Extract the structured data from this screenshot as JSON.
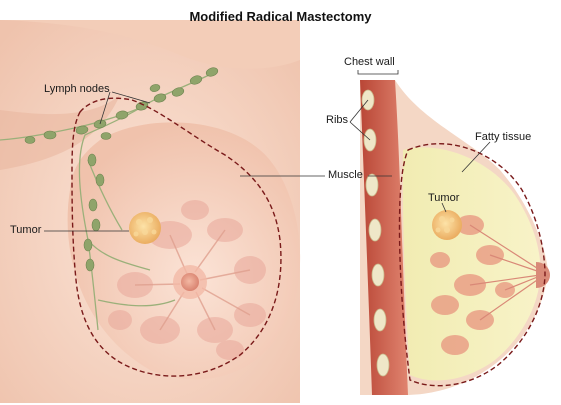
{
  "title": "Modified Radical Mastectomy",
  "labels": {
    "lymph_nodes": "Lymph nodes",
    "tumor_front": "Tumor",
    "muscle": "Muscle",
    "chest_wall": "Chest wall",
    "ribs": "Ribs",
    "fatty_tissue": "Fatty tissue",
    "tumor_side": "Tumor"
  },
  "colors": {
    "skin": "#f6d6c3",
    "gland": "#e9a79a",
    "lymph": "#8fa46a",
    "tumor": "#f3c27a",
    "incision": "#7a1a1a",
    "fat": "#f4efb8",
    "muscle": "#c85a4a"
  }
}
